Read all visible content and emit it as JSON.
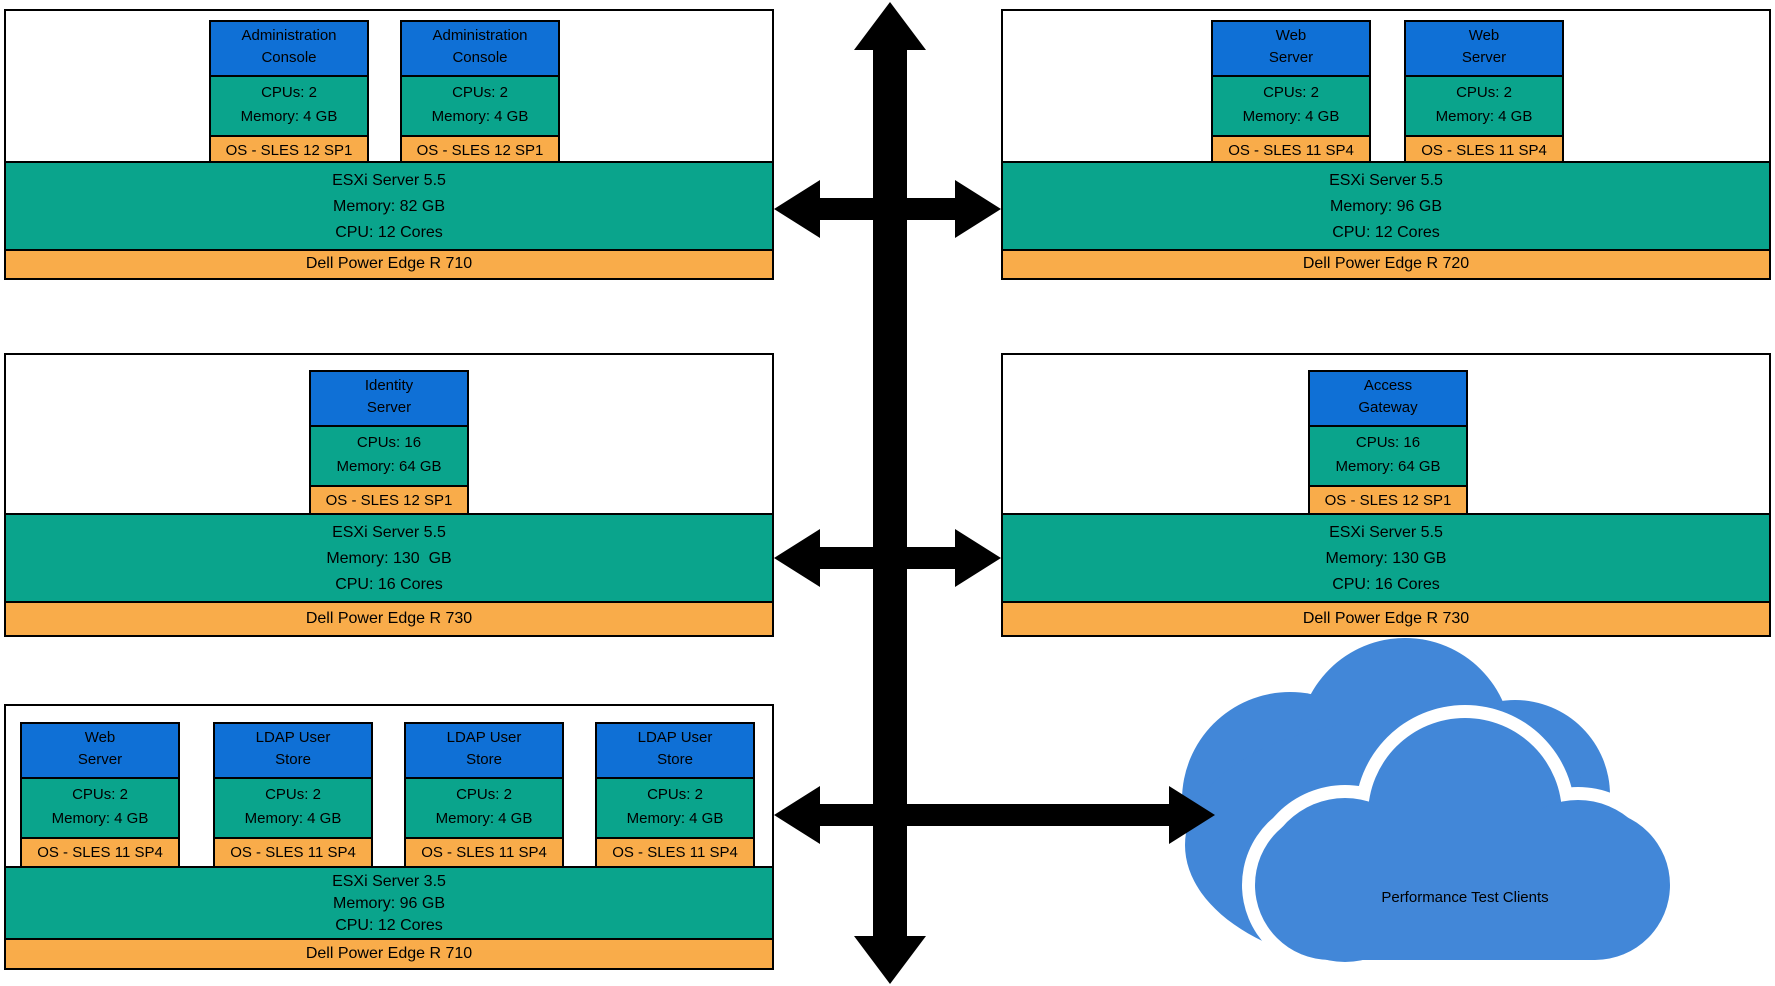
{
  "hosts": [
    {
      "id": "top-left",
      "vms": [
        {
          "name": [
            "Administration",
            "Console"
          ],
          "specs": [
            "CPUs: 2",
            "Memory: 4 GB"
          ],
          "os": "OS - SLES 12 SP1"
        },
        {
          "name": [
            "Administration",
            "Console"
          ],
          "specs": [
            "CPUs: 2",
            "Memory: 4 GB"
          ],
          "os": "OS - SLES 12 SP1"
        }
      ],
      "esxi": [
        "ESXi Server 5.5",
        "Memory: 82 GB",
        "CPU: 12 Cores"
      ],
      "hardware": "Dell Power Edge R 710"
    },
    {
      "id": "top-right",
      "vms": [
        {
          "name": [
            "Web",
            "Server"
          ],
          "specs": [
            "CPUs: 2",
            "Memory: 4 GB"
          ],
          "os": "OS - SLES 11 SP4"
        },
        {
          "name": [
            "Web",
            "Server"
          ],
          "specs": [
            "CPUs: 2",
            "Memory: 4 GB"
          ],
          "os": "OS - SLES 11 SP4"
        }
      ],
      "esxi": [
        "ESXi Server 5.5",
        "Memory: 96 GB",
        "CPU: 12 Cores"
      ],
      "hardware": "Dell Power Edge R 720"
    },
    {
      "id": "middle-left",
      "vms": [
        {
          "name": [
            "Identity",
            "Server"
          ],
          "specs": [
            "CPUs: 16",
            "Memory: 64 GB"
          ],
          "os": "OS - SLES 12 SP1"
        }
      ],
      "esxi": [
        "ESXi Server 5.5",
        "Memory: 130  GB",
        "CPU: 16 Cores"
      ],
      "hardware": "Dell Power Edge R 730"
    },
    {
      "id": "middle-right",
      "vms": [
        {
          "name": [
            "Access",
            "Gateway"
          ],
          "specs": [
            "CPUs: 16",
            "Memory: 64 GB"
          ],
          "os": "OS - SLES 12 SP1"
        }
      ],
      "esxi": [
        "ESXi Server 5.5",
        "Memory: 130 GB",
        "CPU: 16 Cores"
      ],
      "hardware": "Dell Power Edge R 730"
    },
    {
      "id": "bottom-left",
      "vms": [
        {
          "name": [
            "Web",
            "Server"
          ],
          "specs": [
            "CPUs: 2",
            "Memory: 4 GB"
          ],
          "os": "OS - SLES 11 SP4"
        },
        {
          "name": [
            "LDAP User",
            "Store"
          ],
          "specs": [
            "CPUs: 2",
            "Memory: 4 GB"
          ],
          "os": "OS - SLES 11 SP4"
        },
        {
          "name": [
            "LDAP User",
            "Store"
          ],
          "specs": [
            "CPUs: 2",
            "Memory: 4 GB"
          ],
          "os": "OS - SLES 11 SP4"
        },
        {
          "name": [
            "LDAP User",
            "Store"
          ],
          "specs": [
            "CPUs: 2",
            "Memory: 4 GB"
          ],
          "os": "OS - SLES 11 SP4"
        }
      ],
      "esxi": [
        "ESXi Server 3.5",
        "Memory: 96 GB",
        "CPU: 12 Cores"
      ],
      "hardware": "Dell Power Edge R 710"
    }
  ],
  "cloud": {
    "label": "Performance Test Clients"
  },
  "colors": {
    "vm_header_blue": "#0f70d6",
    "esxi_green": "#0aa48c",
    "hardware_orange": "#f9ac4a",
    "cloud_blue": "#4287d8",
    "arrow_black": "#000000"
  }
}
